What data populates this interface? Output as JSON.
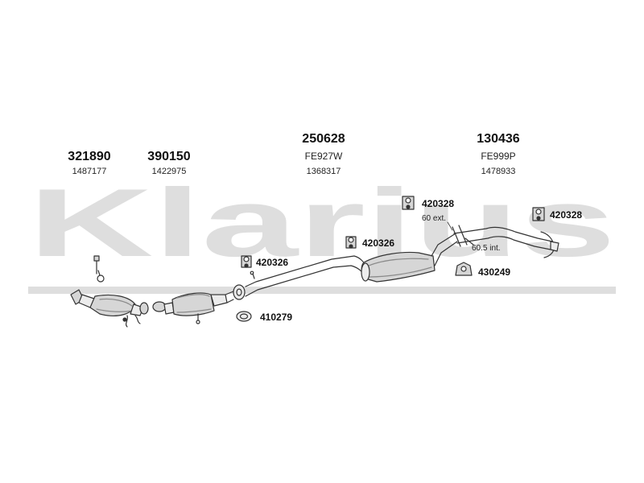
{
  "watermark": {
    "text": "Klarius",
    "color": "#dedede"
  },
  "parts": [
    {
      "part_number": "321890",
      "reference": "1487177"
    },
    {
      "part_number": "390150",
      "reference": "1422975"
    },
    {
      "part_number": "250628",
      "code": "FE927W",
      "reference": "1368317"
    },
    {
      "part_number": "130436",
      "code": "FE999P",
      "reference": "1478933"
    }
  ],
  "hardware": {
    "rubber_mount_front": "420326",
    "rubber_mount_mid": "420326",
    "rubber_mount_rear_left": "420328",
    "rubber_mount_rear_right": "420328",
    "bracket": "430249",
    "gasket": "410279"
  },
  "dimensions": {
    "external": "60 ext.",
    "internal": "60.5 int."
  },
  "colors": {
    "line": "#333333",
    "fill": "#d6d6d6",
    "shade": "#8a8a8a"
  }
}
